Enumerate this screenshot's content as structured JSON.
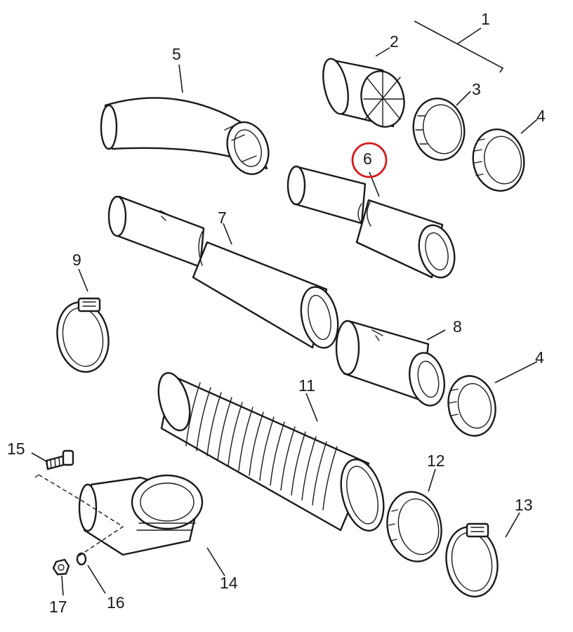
{
  "callouts": [
    {
      "id": "1",
      "label": "1"
    },
    {
      "id": "2",
      "label": "2"
    },
    {
      "id": "3",
      "label": "3"
    },
    {
      "id": "4a",
      "label": "4"
    },
    {
      "id": "5",
      "label": "5"
    },
    {
      "id": "6",
      "label": "6"
    },
    {
      "id": "7",
      "label": "7"
    },
    {
      "id": "8",
      "label": "8"
    },
    {
      "id": "4b",
      "label": "4"
    },
    {
      "id": "9",
      "label": "9"
    },
    {
      "id": "11",
      "label": "11"
    },
    {
      "id": "12",
      "label": "12"
    },
    {
      "id": "13",
      "label": "13"
    },
    {
      "id": "14",
      "label": "14"
    },
    {
      "id": "15",
      "label": "15"
    },
    {
      "id": "16",
      "label": "16"
    },
    {
      "id": "17",
      "label": "17"
    }
  ],
  "highlight": {
    "callout": "6",
    "color": "#d61a1a"
  },
  "line_color": "#1a1a1a"
}
